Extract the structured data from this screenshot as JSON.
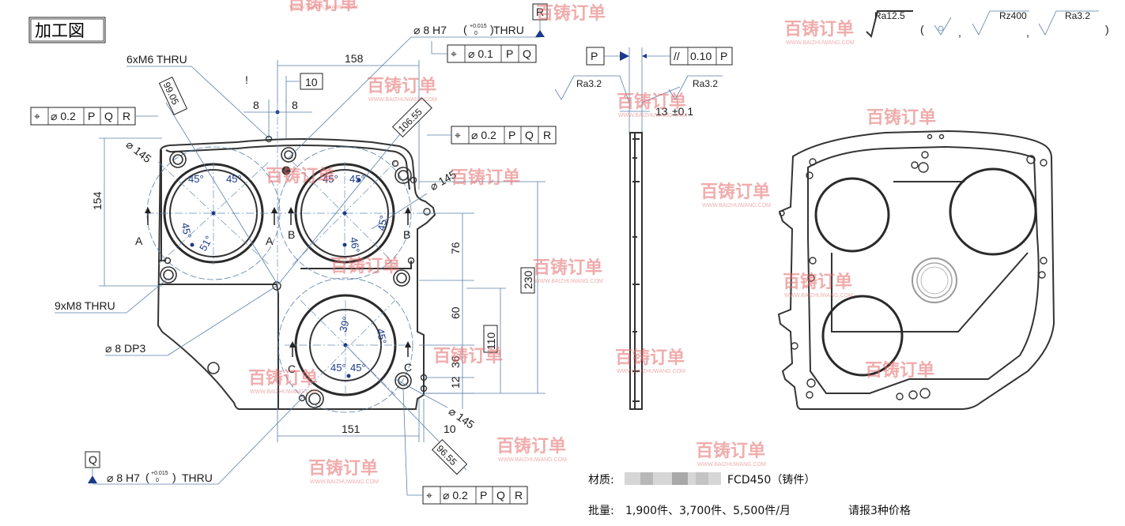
{
  "title": "加工図",
  "surface_finish": {
    "general": "Ra12.5",
    "symbols": [
      "Rz400",
      "Ra3.2"
    ],
    "open_paren": "(",
    "close_paren": ")",
    "comma": ","
  },
  "side_view": {
    "datum_p": "P",
    "parallelism": {
      "symbol": "//",
      "tolerance": "0.10",
      "datum": "P"
    },
    "ra_left": "Ra3.2",
    "ra_right": "Ra3.2",
    "thickness": "13",
    "thickness_tol": "±0.1"
  },
  "callouts": {
    "bore_top": "⌀ 8 H7",
    "bore_top_tol_upper": "+0.015",
    "bore_top_tol_lower": "0",
    "bore_top_suffix": "THRU",
    "datum_r": "R",
    "bore_top_fcf": [
      "⌖",
      "⌀ 0.1",
      "P",
      "Q"
    ],
    "m6": "6xM6 THRU",
    "m8": "9xM8 THRU",
    "dp3": "⌀ 8 DP3",
    "bore_bottom": "⌀ 8 H7",
    "bore_bottom_tol_upper": "+0.015",
    "bore_bottom_tol_lower": "0",
    "bore_bottom_suffix": "THRU",
    "datum_q": "Q",
    "fcf_left": [
      "⌖",
      "⌀ 0.2",
      "P",
      "Q",
      "R"
    ],
    "fcf_right": [
      "⌖",
      "⌀ 0.2",
      "P",
      "Q",
      "R"
    ],
    "fcf_bottom": [
      "⌖",
      "⌀ 0.2",
      "P",
      "Q",
      "R"
    ],
    "dia_145_a": "⌀ 145",
    "dia_145_b": "⌀ 145",
    "dia_145_c": "⌀ 145",
    "exclaim": "!"
  },
  "dimensions": {
    "d158": "158",
    "d10_top": "10",
    "d8_left": "8",
    "d8_right": "8",
    "d99_05": "99.05",
    "d106_55": "106.55",
    "d154": "154",
    "d76": "76",
    "d230": "230",
    "d60": "60",
    "d110": "110",
    "d36": "36",
    "d12": "12",
    "d151": "151",
    "d10_bottom": "10",
    "d96_55": "96.55"
  },
  "angles": [
    "45°",
    "45°",
    "45°",
    "45°",
    "45°",
    "51°",
    "46°",
    "45°",
    "39°",
    "45°",
    "45°",
    "45°"
  ],
  "section_marks": [
    "A",
    "A",
    "B",
    "B",
    "C",
    "C"
  ],
  "notes": {
    "material_label": "材质:",
    "material_value": "FCD450（铸件）",
    "quantity_label": "批量:",
    "quantity_value": "1,900件、3,700件、5,500件/月",
    "request": "请报3种价格"
  },
  "watermark": {
    "brand": "百铸订单",
    "url": "WWW.BAIZHUWANG.COM"
  }
}
